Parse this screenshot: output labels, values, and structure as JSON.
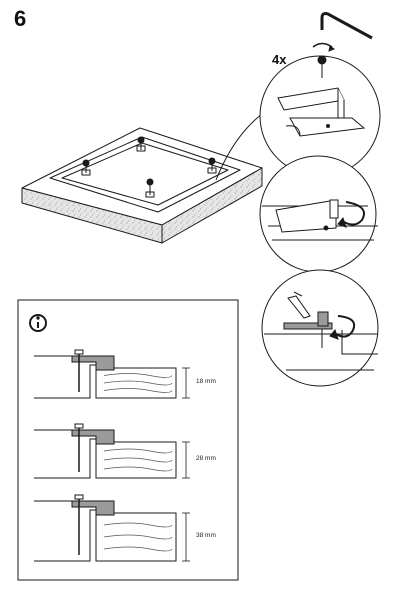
{
  "step": {
    "number": "6",
    "repeat_count": "4x"
  },
  "info_panel": {
    "icon": "info-icon",
    "thickness_labels": [
      "18 mm",
      "28 mm",
      "38 mm"
    ]
  },
  "colors": {
    "line": "#1a1a1a",
    "bracket_gray": "#9b9b9b",
    "board_speckle": "#cfcfcf"
  }
}
